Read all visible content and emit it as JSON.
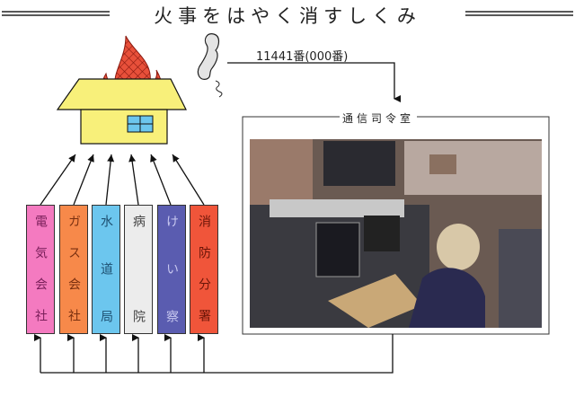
{
  "title": "火事をはやく消すしくみ",
  "phone_number": "11441番(000番)",
  "control_room_label": "通信司令室",
  "organizations": [
    {
      "label": "電気会社",
      "chars": [
        "電",
        "気",
        "会",
        "社"
      ],
      "color": "#f47ac0",
      "text_color": "#7a1f5a"
    },
    {
      "label": "ガス会社",
      "chars": [
        "ガ",
        "ス",
        "会",
        "社"
      ],
      "color": "#f7894a",
      "text_color": "#7a3010"
    },
    {
      "label": "水道局",
      "chars": [
        "水",
        "道",
        "局"
      ],
      "color": "#6cc6ee",
      "text_color": "#1d4f70"
    },
    {
      "label": "病院",
      "chars": [
        "病",
        "院"
      ],
      "color": "#ececec",
      "text_color": "#444444"
    },
    {
      "label": "けい察",
      "chars": [
        "け",
        "い",
        "察"
      ],
      "color": "#5a5cb0",
      "text_color": "#c8c8f0"
    },
    {
      "label": "消防分署",
      "chars": [
        "消",
        "防",
        "分",
        "署"
      ],
      "color": "#f0553a",
      "text_color": "#6a1508"
    }
  ]
}
